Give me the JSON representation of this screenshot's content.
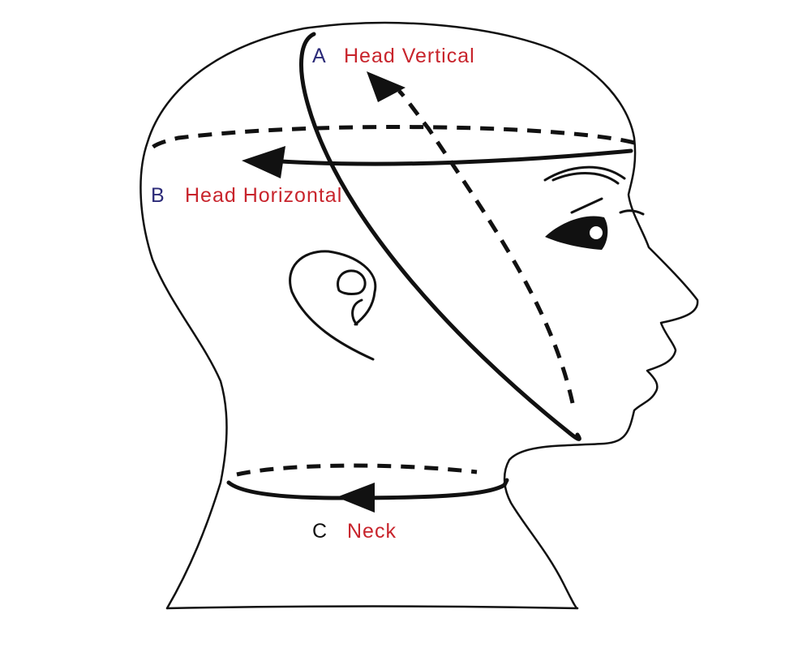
{
  "colors": {
    "line": "#111111",
    "letter_a": "#2b2a78",
    "letter_b": "#2b2a78",
    "letter_c": "#111111",
    "label": "#c8242c"
  },
  "measurements": [
    {
      "id": "A",
      "letter": "A",
      "label": "Head Vertical"
    },
    {
      "id": "B",
      "letter": "B",
      "label": "Head Horizontal"
    },
    {
      "id": "C",
      "letter": "C",
      "label": "Neck"
    }
  ]
}
